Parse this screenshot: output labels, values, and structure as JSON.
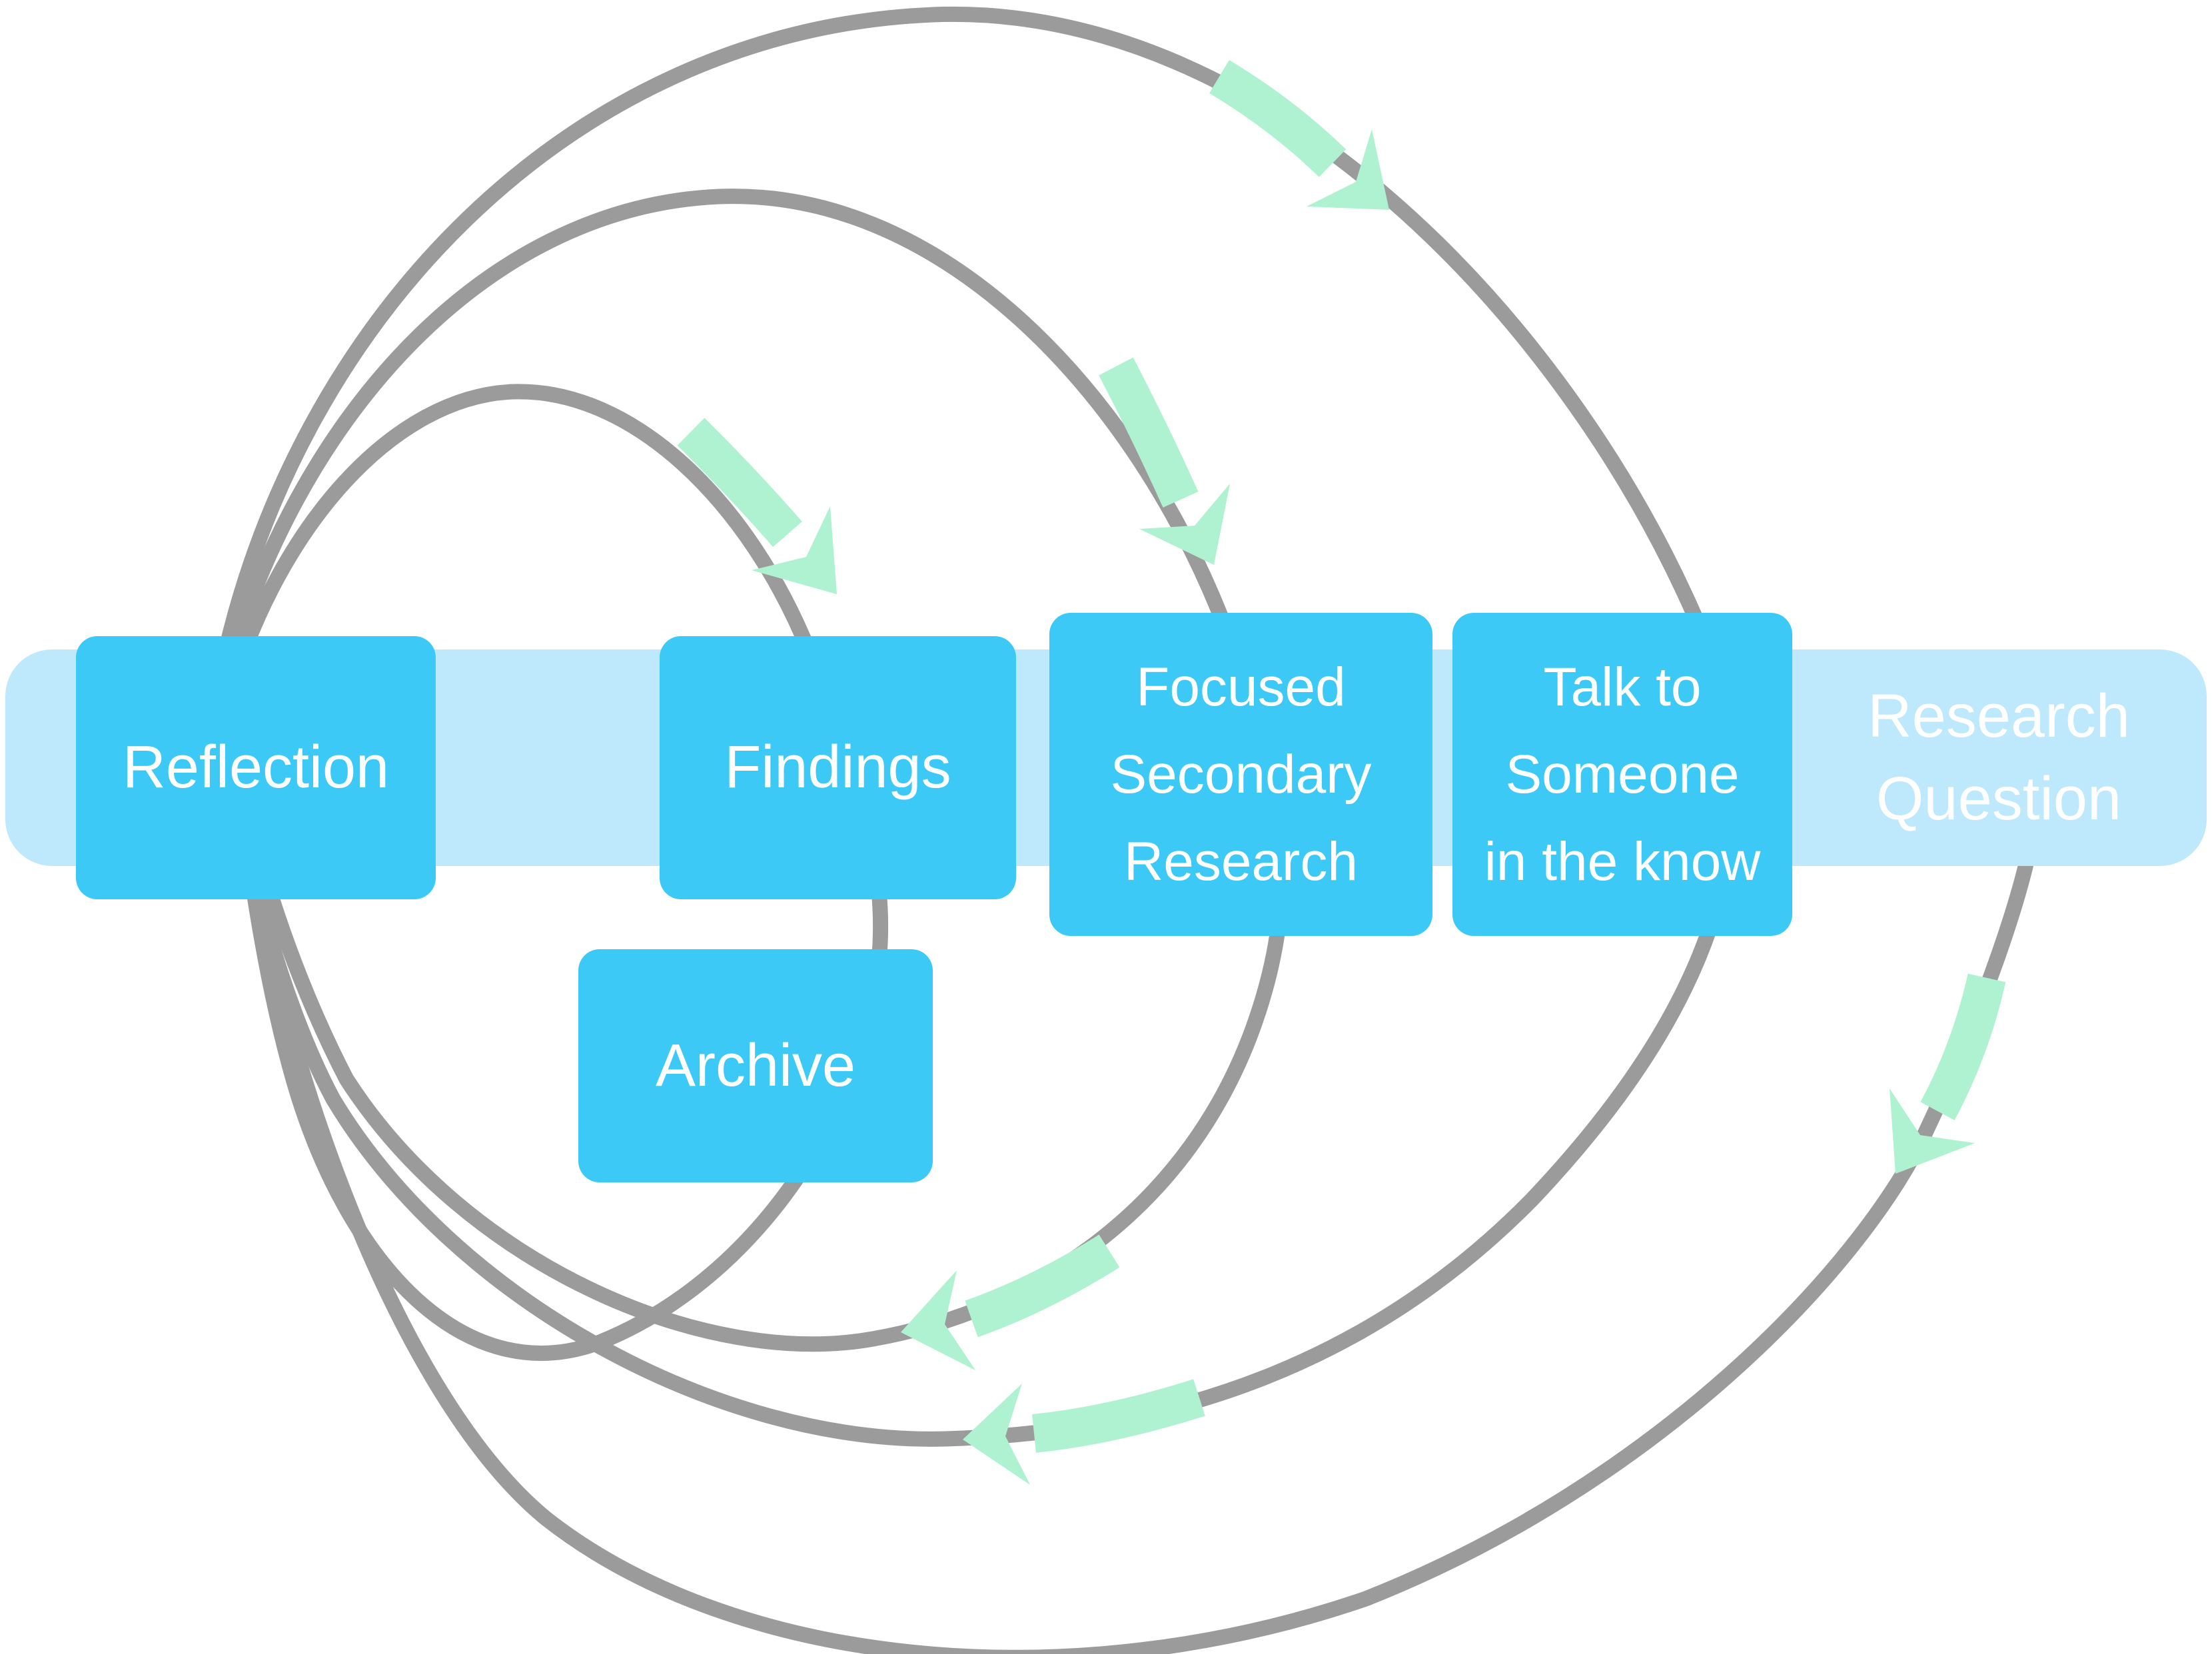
{
  "colors": {
    "band": "#BEE8FB",
    "box": "#3DC9F6",
    "arc": "#9B9B9B",
    "arrow": "#AFF2D2",
    "label": "#FFFFFF",
    "background": "#FFFFFF"
  },
  "band": {
    "label_lines": [
      "Research",
      "Question"
    ]
  },
  "boxes": {
    "reflection": {
      "label": "Reflection"
    },
    "findings": {
      "label": "Findings"
    },
    "focused_secondary_research": {
      "lines": [
        "Focused",
        "Secondary",
        "Research"
      ]
    },
    "talk_to_someone": {
      "lines": [
        "Talk to",
        "Someone",
        "in the know"
      ]
    },
    "archive": {
      "label": "Archive"
    }
  }
}
